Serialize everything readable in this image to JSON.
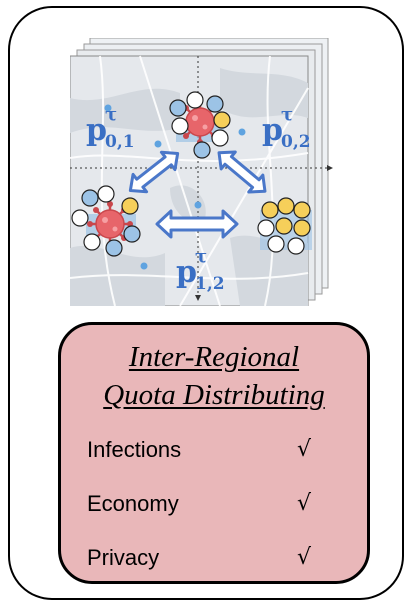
{
  "diagram": {
    "labels": {
      "p01": {
        "base": "p",
        "sup": "τ",
        "sub": "0,1"
      },
      "p02": {
        "base": "p",
        "sup": "τ",
        "sub": "0,2"
      },
      "p12": {
        "base": "p",
        "sup": "τ",
        "sub": "1,2"
      }
    },
    "colors": {
      "label_blue": "#3a6fc4",
      "arrow_blue": "#4a77c9",
      "virus_red": "#e7656a",
      "face_blue": "#9cc3e6",
      "face_yellow": "#f6cf5a",
      "card_pink": "#e9b7b9"
    },
    "icons": [
      "virus-icon",
      "smiley-face-icon",
      "double-arrow-icon",
      "map-pin-icon"
    ]
  },
  "card": {
    "title_line1": "Inter-Regional",
    "title_line2": "Quota Distributing",
    "criteria": [
      {
        "label": "Infections",
        "check": "√"
      },
      {
        "label": "Economy",
        "check": "√"
      },
      {
        "label": "Privacy",
        "check": "√"
      }
    ]
  }
}
